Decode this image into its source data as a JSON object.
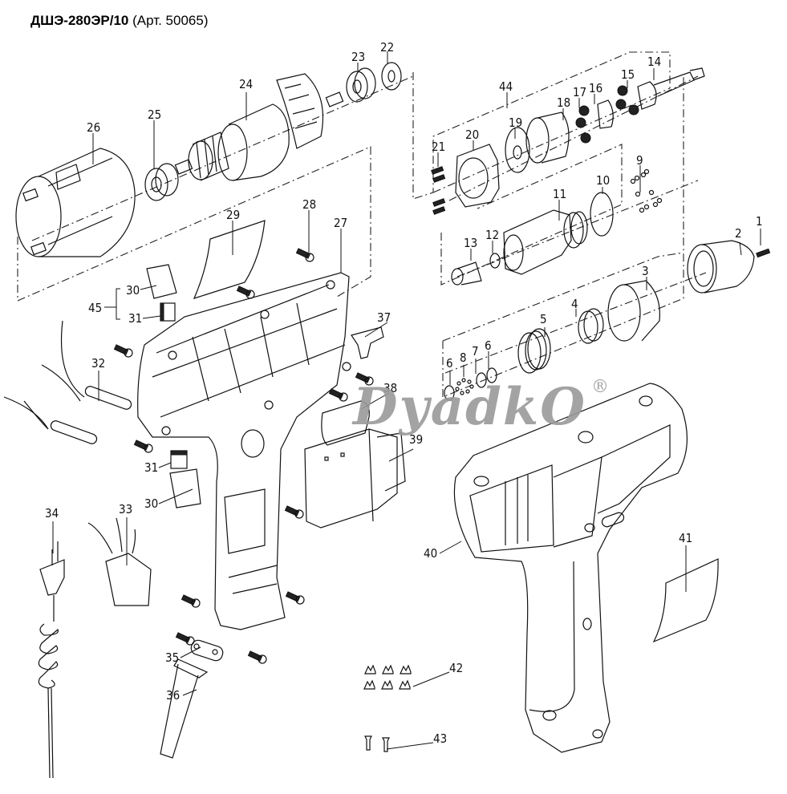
{
  "title": {
    "model": "ДШЭ-280ЭР/10",
    "article": "(Арт. 50065)"
  },
  "watermark": {
    "text": "DyadkO",
    "mark": "®"
  },
  "callouts": [
    {
      "id": "1",
      "part": "screw"
    },
    {
      "id": "2",
      "part": "chuck"
    },
    {
      "id": "3",
      "part": "torque-ring"
    },
    {
      "id": "4",
      "part": "ring-retainer"
    },
    {
      "id": "5",
      "part": "spring"
    },
    {
      "id": "6",
      "part": "washer"
    },
    {
      "id": "6b",
      "label": "6",
      "part": "washer"
    },
    {
      "id": "7",
      "part": "washer"
    },
    {
      "id": "8",
      "part": "balls"
    },
    {
      "id": "9",
      "part": "balls"
    },
    {
      "id": "10",
      "part": "clutch-plate"
    },
    {
      "id": "11",
      "part": "gearbox-housing"
    },
    {
      "id": "12",
      "part": "washer"
    },
    {
      "id": "13",
      "part": "bushing"
    },
    {
      "id": "14",
      "part": "output-shaft"
    },
    {
      "id": "15",
      "part": "planet-gear"
    },
    {
      "id": "16",
      "part": "planet-carrier"
    },
    {
      "id": "17",
      "part": "planet-gear"
    },
    {
      "id": "18",
      "part": "ring-gear"
    },
    {
      "id": "19",
      "part": "washer"
    },
    {
      "id": "20",
      "part": "gearbox-cover"
    },
    {
      "id": "21",
      "part": "screw"
    },
    {
      "id": "22",
      "part": "washer"
    },
    {
      "id": "23",
      "part": "bearing"
    },
    {
      "id": "24",
      "part": "armature"
    },
    {
      "id": "25",
      "part": "bearing"
    },
    {
      "id": "26",
      "part": "stator"
    },
    {
      "id": "27",
      "part": "housing-half"
    },
    {
      "id": "28",
      "part": "screw"
    },
    {
      "id": "29",
      "part": "label"
    },
    {
      "id": "30",
      "part": "brush-holder"
    },
    {
      "id": "30b",
      "label": "30",
      "part": "brush-holder"
    },
    {
      "id": "31",
      "part": "carbon-brush"
    },
    {
      "id": "31b",
      "label": "31",
      "part": "carbon-brush"
    },
    {
      "id": "32",
      "part": "cable-sleeve"
    },
    {
      "id": "33",
      "part": "capacitor"
    },
    {
      "id": "34",
      "part": "power-cord"
    },
    {
      "id": "35",
      "part": "cord-clamp"
    },
    {
      "id": "36",
      "part": "cord-protector"
    },
    {
      "id": "37",
      "part": "switch-lever"
    },
    {
      "id": "38",
      "part": "reverse-switch"
    },
    {
      "id": "39",
      "part": "switch"
    },
    {
      "id": "40",
      "part": "housing-half"
    },
    {
      "id": "41",
      "part": "label"
    },
    {
      "id": "42",
      "part": "clips"
    },
    {
      "id": "43",
      "part": "clips"
    },
    {
      "id": "44",
      "part": "gearbox-assembly"
    },
    {
      "id": "45",
      "part": "brush-set"
    }
  ]
}
